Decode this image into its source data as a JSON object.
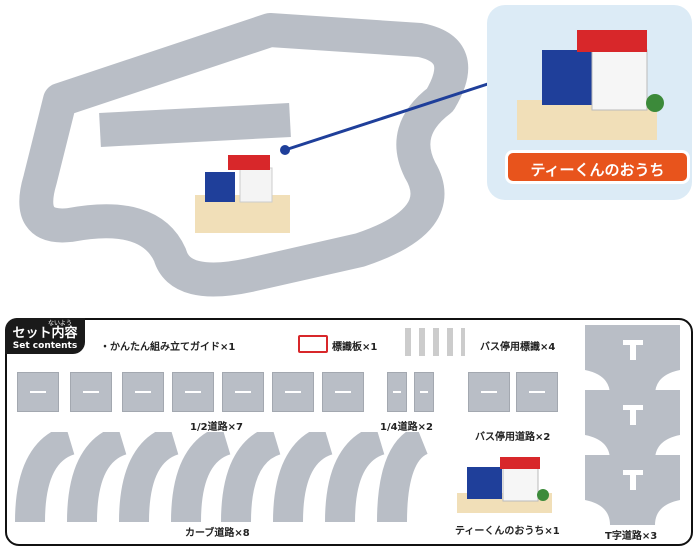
{
  "callout": {
    "label": "ティーくんのおうち"
  },
  "set": {
    "ruby": "ないよう",
    "title": "セット内容",
    "subtitle": "Set contents"
  },
  "items": {
    "guide": "・かんたん組み立てガイド×1",
    "sign": "標識板×1",
    "busstop_sign": "バス停用標識×4",
    "half_road": "1/2道路×7",
    "quarter_road": "1/4道路×2",
    "busstop_road": "バス停用道路×2",
    "curve_road": "カーブ道路×8",
    "house": "ティーくんのおうち×1",
    "t_road": "T字道路×3"
  },
  "colors": {
    "road": "#b9bec6",
    "accent": "#e8541c",
    "house_blue": "#1f3f9a",
    "house_red": "#d8272a"
  }
}
